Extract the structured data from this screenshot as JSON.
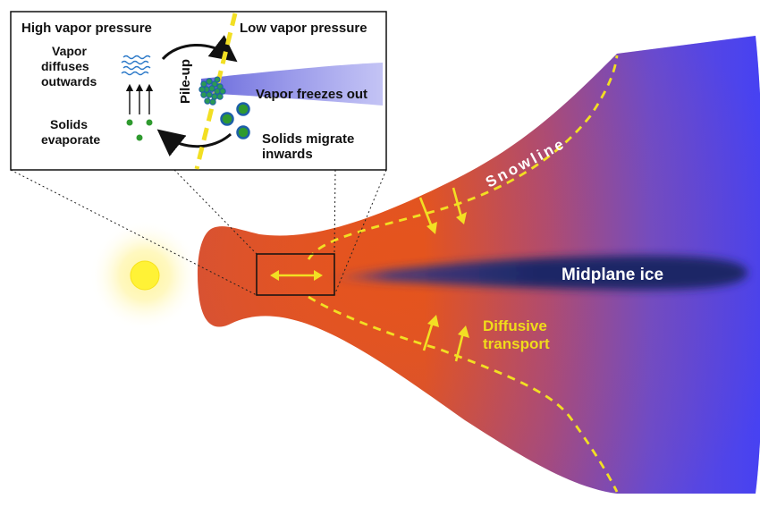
{
  "inset": {
    "high_pressure_label": "High vapor pressure",
    "low_pressure_label": "Low vapor pressure",
    "vapor_diffuses_lines": [
      "Vapor",
      "diffuses",
      "outwards"
    ],
    "solids_evaporate_lines": [
      "Solids",
      "evaporate"
    ],
    "pile_up_label": "Pile-up",
    "vapor_freezes_label": "Vapor freezes out",
    "solids_migrate_lines": [
      "Solids migrate",
      "inwards"
    ]
  },
  "disk": {
    "snowline_label": "Snowline",
    "midplane_label": "Midplane ice",
    "diffusive_lines": [
      "Diffusive",
      "transport"
    ]
  },
  "colors": {
    "disk_warm": "#e8541c",
    "disk_cold": "#4a4cf0",
    "midplane_ice": "#1c2a6a",
    "snowline_dash": "#f2df23",
    "star": "#ffee33",
    "solid_green": "#2f9a2f",
    "grain_ring": "#1d5fa8"
  },
  "icons": [
    "sun-icon",
    "vapor-squiggle-icon",
    "solid-grain-icon",
    "curved-arrow-icon",
    "double-arrow-icon"
  ]
}
